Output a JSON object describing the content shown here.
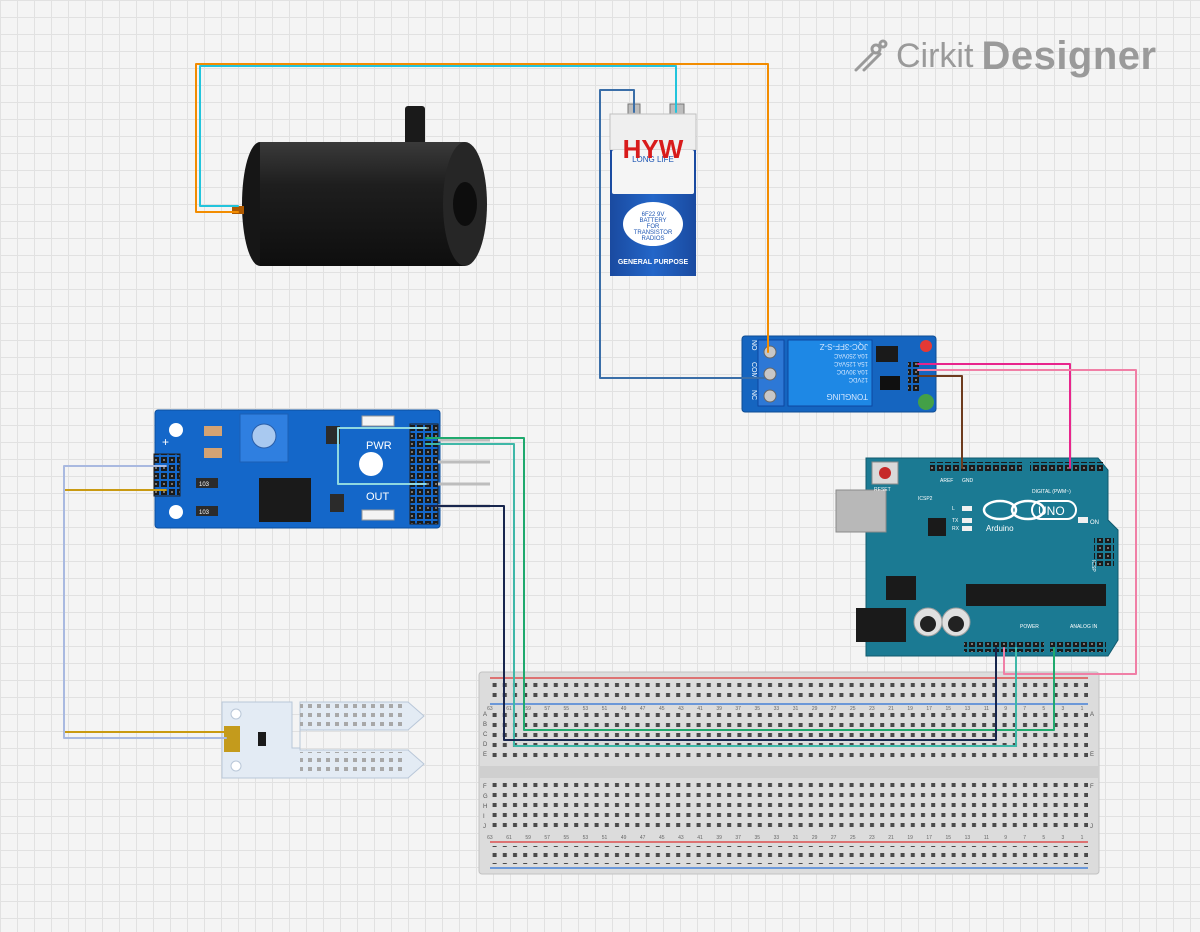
{
  "app": {
    "brand": "Cirkit",
    "product": "Designer",
    "logo_icon": "cirkit-logo-icon"
  },
  "components": {
    "battery": {
      "brand": "HYW",
      "tagline": "LONG LIFE",
      "badge_lines": [
        "6F22 9V",
        "BATTERY",
        "FOR",
        "TRANSISTOR",
        "RADIOS"
      ],
      "footer": "GENERAL PURPOSE",
      "colors": {
        "body": "#1e56b3",
        "top": "#f2f2f2",
        "brand": "#d81b1b"
      }
    },
    "relay": {
      "terminals": [
        "NO",
        "COM",
        "NC"
      ],
      "relay_lines": [
        "JQC-3FF-S-Z",
        "10A 250VAC",
        "15A 125VAC",
        "10A 30VDC",
        "12VDC"
      ],
      "maker": "TONGLING",
      "colors": {
        "board": "#1565c0",
        "relay": "#1e88e5"
      }
    },
    "sensor_module": {
      "power_label": "PWR",
      "out_label": "OUT",
      "plus_label": "+",
      "resistor_label": "103",
      "colors": {
        "board": "#1467c9"
      }
    },
    "arduino": {
      "reset_label": "RESET",
      "brand": "Arduino",
      "model": "UNO",
      "on_label": "ON",
      "digital_label": "DIGITAL (PWM~)",
      "power_label": "POWER",
      "analog_label": "ANALOG IN",
      "aref_label": "AREF",
      "gnd_label": "GND",
      "icsp_label": "ICSP",
      "icsp2_label": "ICSP2",
      "tx_label": "TX",
      "rx_label": "RX",
      "l_label": "L",
      "colors": {
        "board": "#1b7a93"
      }
    },
    "breadboard": {
      "row_letters_top": [
        "A",
        "B",
        "C",
        "D",
        "E"
      ],
      "row_letters_bottom": [
        "F",
        "G",
        "H",
        "I",
        "J"
      ],
      "columns": 63
    },
    "soil_probe": {
      "colors": {
        "board": "#dfe8f2",
        "pads": "#9a9a9a"
      }
    },
    "pump": {
      "colors": {
        "body": "#1c1c1c"
      }
    }
  },
  "wires": {
    "colors": {
      "orange": "#f28c00",
      "cyan": "#22c4dc",
      "steel_blue": "#3a6ea8",
      "magenta": "#e8258c",
      "pink": "#f07fa6",
      "brown": "#6d3b1e",
      "gold": "#c99a12",
      "lavender": "#a9b9e0",
      "green": "#1faa6e",
      "teal": "#3fb8a8",
      "navy": "#17254d",
      "light_cyan": "#8fd8e0"
    }
  }
}
